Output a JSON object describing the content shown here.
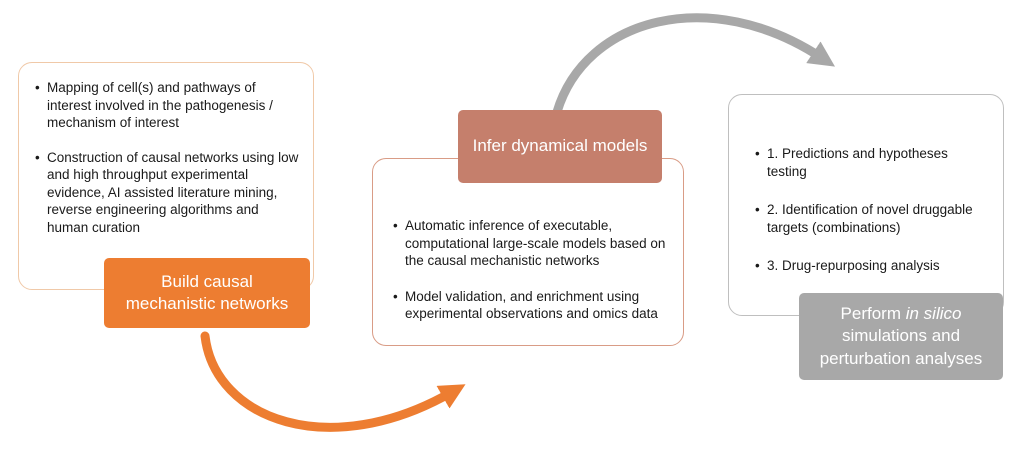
{
  "colors": {
    "orange": "#ED7D31",
    "salmon": "#C57F6C",
    "gray": "#A8A8A8",
    "left_border": "#F0C9A8",
    "middle_border": "#D99C86",
    "right_border": "#BFBFBF",
    "text": "#1A1A1A"
  },
  "left_panel": {
    "bullets": [
      "Mapping of cell(s) and pathways of interest involved in the pathogenesis / mechanism of interest",
      "Construction of causal networks using low and high throughput experimental evidence, AI assisted literature mining, reverse engineering algorithms and human curation"
    ],
    "label": "Build causal mechanistic networks"
  },
  "middle_panel": {
    "label": "Infer dynamical models",
    "bullets": [
      "Automatic inference of executable, computational large-scale models based on the causal mechanistic networks",
      "Model validation, and enrichment using experimental observations and omics data"
    ]
  },
  "right_panel": {
    "bullets": [
      "1. Predictions and hypotheses testing",
      "2. Identification of novel druggable targets (combinations)",
      "3. Drug-repurposing analysis"
    ],
    "label": {
      "prefix": "Perform ",
      "italic": "in silico",
      "suffix": " simulations and perturbation analyses"
    }
  }
}
